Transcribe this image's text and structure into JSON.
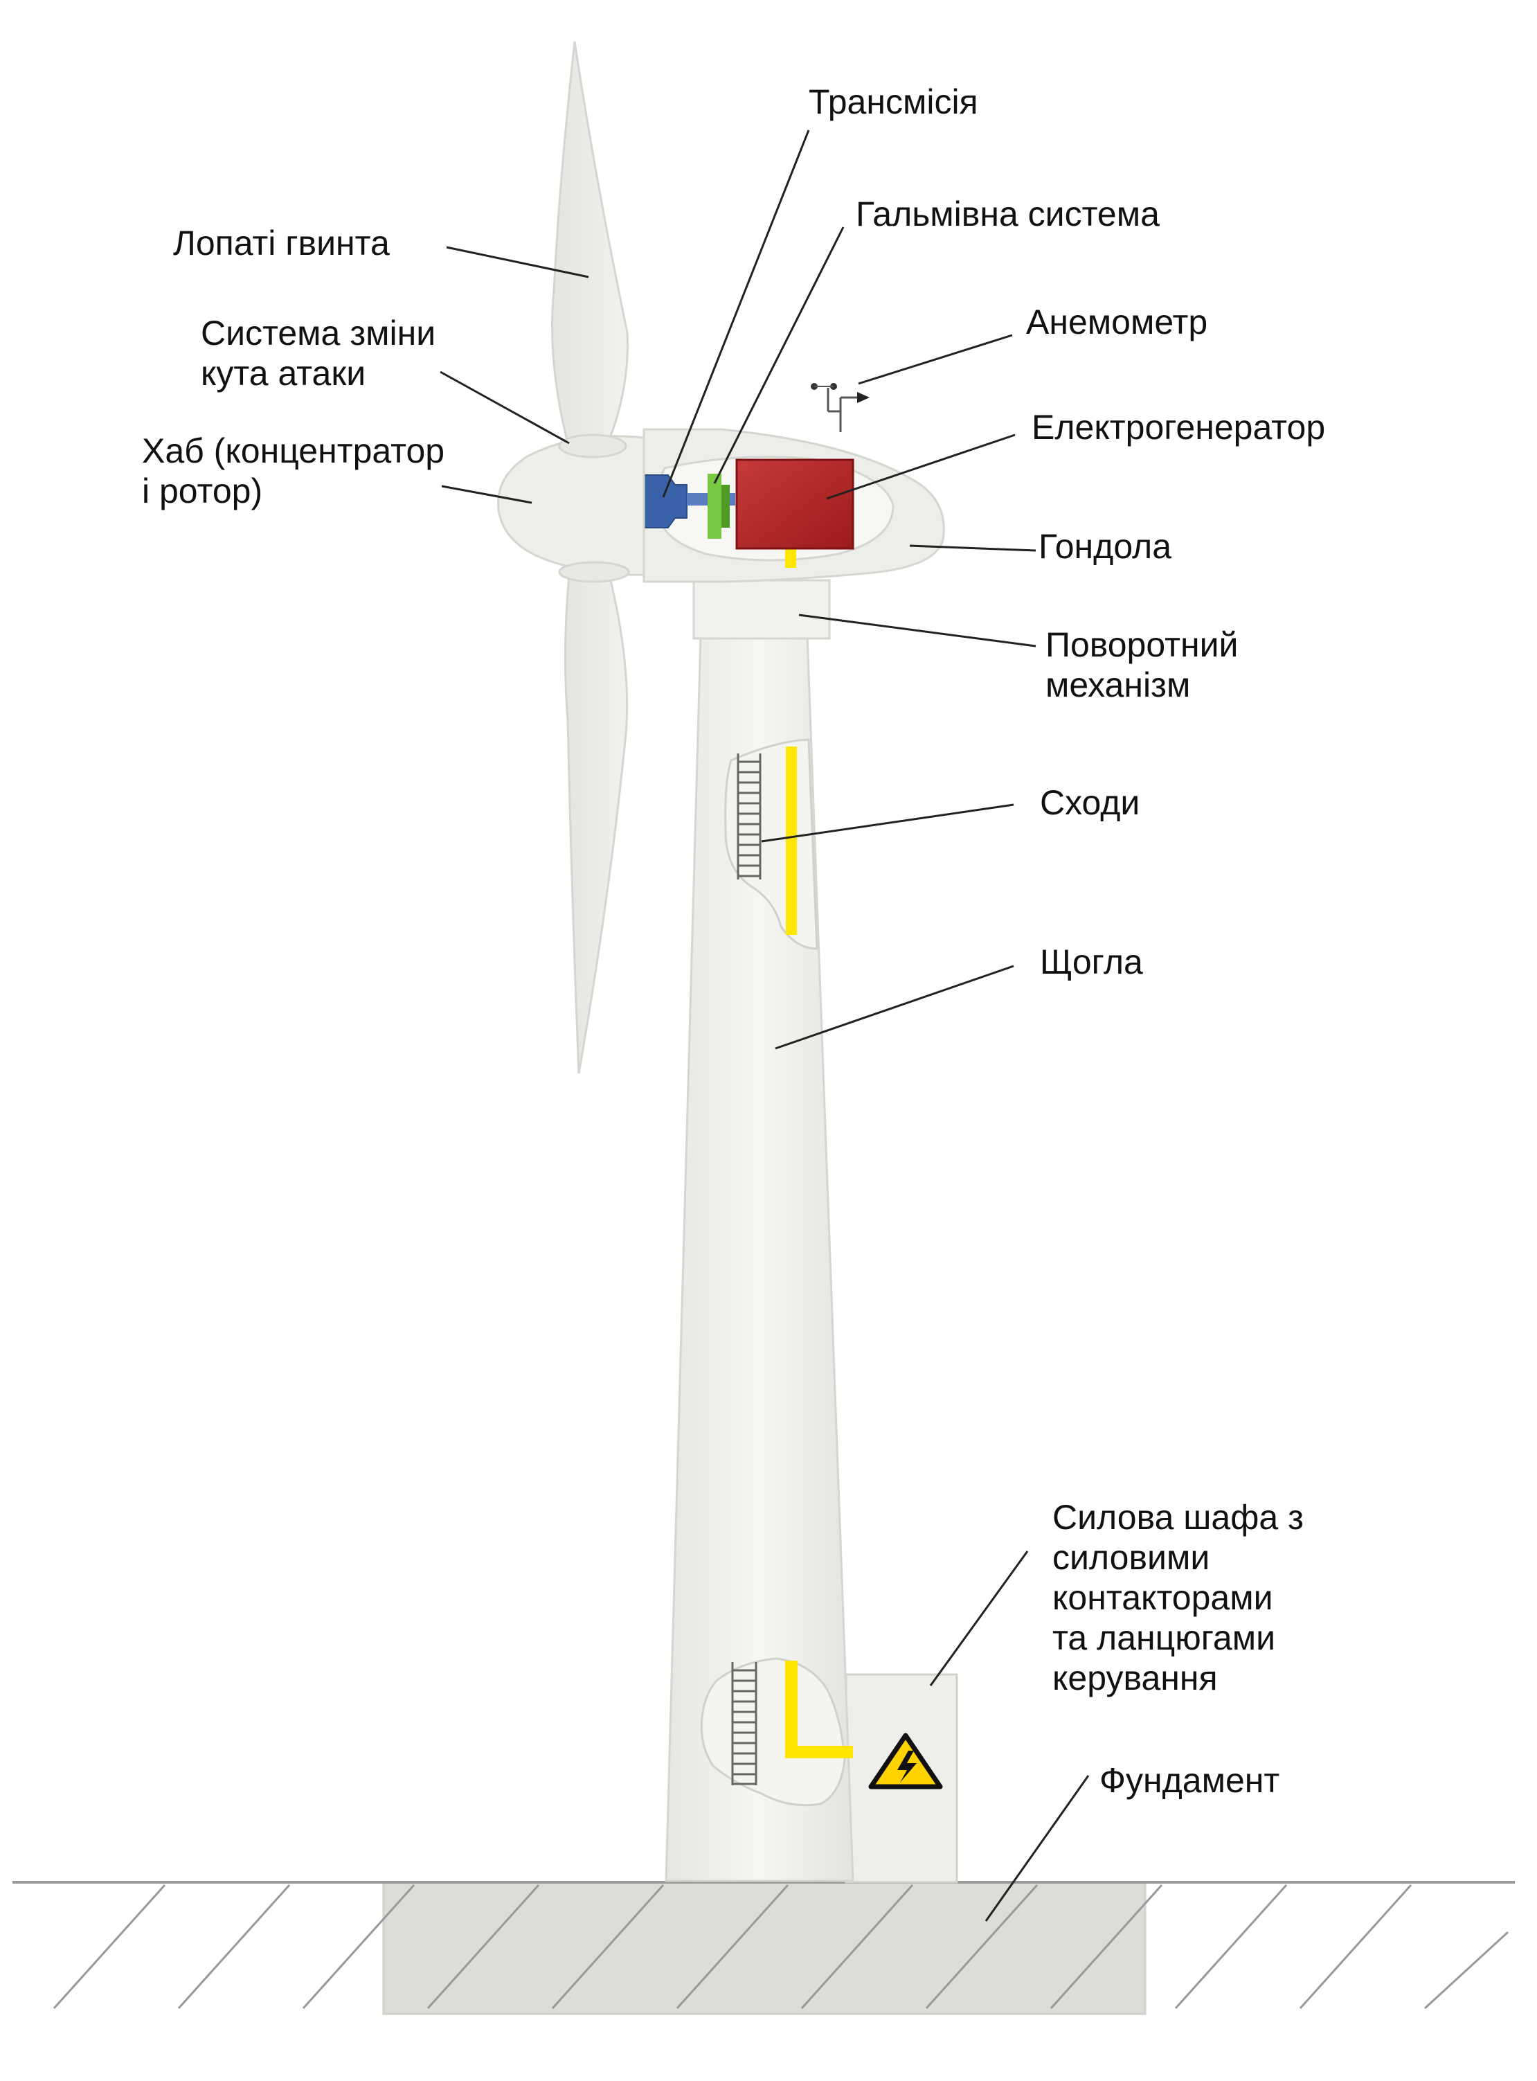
{
  "labels": {
    "blades": "Лопаті гвинта",
    "pitch_line1": "Система зміни",
    "pitch_line2": "кута атаки",
    "hub_line1": "Хаб (концентратор",
    "hub_line2": "і ротор)",
    "transmission": "Трансмісія",
    "brake": "Гальмівна система",
    "anemometer": "Анемометр",
    "generator": "Електрогенератор",
    "nacelle": "Гондола",
    "yaw_line1": "Поворотний",
    "yaw_line2": "механізм",
    "ladder": "Сходи",
    "tower": "Щогла",
    "cabinet_line1": "Силова шафа з",
    "cabinet_line2": "силовими",
    "cabinet_line3": "контакторами",
    "cabinet_line4": "та ланцюгами",
    "cabinet_line5": "керування",
    "foundation": "Фундамент"
  },
  "colors": {
    "generator": "#b22222",
    "transmission": "#3a62a8",
    "brake": "#7ac943",
    "cable": "#ffe600",
    "structure": "#eeeeea",
    "outline": "#d4d6d0",
    "ground_hatch": "#999999",
    "warning": "#ffd200"
  },
  "icons": {
    "warning": "high-voltage-warning-icon"
  }
}
